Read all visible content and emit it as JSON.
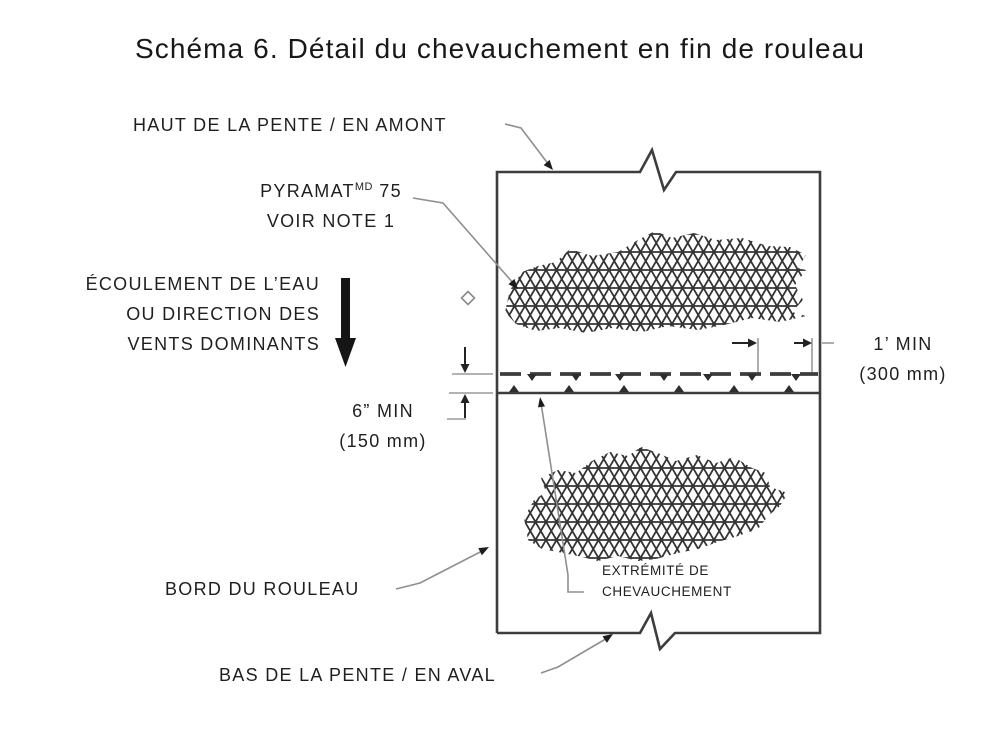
{
  "title": "Schéma 6. Détail du chevauchement en fin de rouleau",
  "labels": {
    "top_of_slope": "HAUT DE LA PENTE / EN AMONT",
    "pyramat": {
      "name": "PYRAMAT",
      "trademark": "MD",
      "number": " 75",
      "note": "VOIR NOTE 1"
    },
    "flow": {
      "line1": "ÉCOULEMENT DE L’EAU",
      "line2": "OU DIRECTION DES",
      "line3": "VENTS DOMINANTS"
    },
    "dim_overlap_vertical": {
      "value": "6” MIN",
      "metric": "(150 mm)"
    },
    "dim_overlap_horizontal": {
      "value": "1’ MIN",
      "metric": "(300 mm)"
    },
    "roll_edge": "BORD DU ROULEAU",
    "overlap_end": {
      "line1": "EXTRÉMITÉ DE",
      "line2": "CHEVAUCHEMENT"
    },
    "bottom_of_slope": "BAS DE LA PENTE / EN AVAL"
  },
  "colors": {
    "ink": "#1f1f1f",
    "drawing_line": "#3d3d3d",
    "leader_line": "#8f8f8f",
    "background": "#ffffff"
  }
}
